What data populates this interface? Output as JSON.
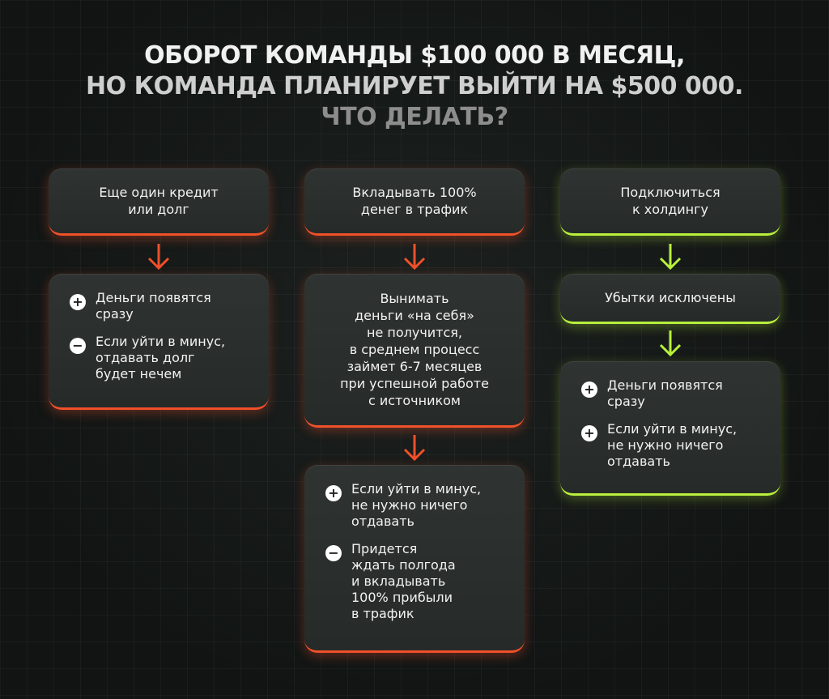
{
  "title": {
    "line1": "ОБОРОТ КОМАНДЫ $100 000 В МЕСЯЦ,",
    "line2": "НО КОМАНДА ПЛАНИРУЕТ ВЫЙТИ НА $500 000.",
    "line3": "ЧТО ДЕЛАТЬ?"
  },
  "colors": {
    "red": "#f0502a",
    "green": "#b8f03c",
    "background": "#131615"
  },
  "col1": {
    "header_line1": "Еще один кредит",
    "header_line2": "или долг",
    "items": [
      {
        "icon": "plus-icon",
        "symbol": "+",
        "lines": [
          "Деньги появятся",
          "сразу"
        ]
      },
      {
        "icon": "minus-icon",
        "symbol": "−",
        "lines": [
          "Если уйти в минус,",
          "отдавать долг",
          "будет нечем"
        ]
      }
    ]
  },
  "col2": {
    "header_line1": "Вкладывать 100%",
    "header_line2": "денег в трафик",
    "middle_lines": [
      "Вынимать",
      "деньги «на себя»",
      "не получится,",
      "в среднем процесс",
      "займет 6-7 месяцев",
      "при успешной работе",
      "с источником"
    ],
    "items": [
      {
        "icon": "plus-icon",
        "symbol": "+",
        "lines": [
          "Если уйти в минус,",
          "не нужно ничего",
          "отдавать"
        ]
      },
      {
        "icon": "minus-icon",
        "symbol": "−",
        "lines": [
          "Придется",
          "ждать полгода",
          "и вкладывать",
          "100% прибыли",
          "в трафик"
        ]
      }
    ]
  },
  "col3": {
    "header_line1": "Подключиться",
    "header_line2": "к холдингу",
    "middle": "Убытки исключены",
    "items": [
      {
        "icon": "plus-icon",
        "symbol": "+",
        "lines": [
          "Деньги появятся",
          "сразу"
        ]
      },
      {
        "icon": "plus-icon",
        "symbol": "+",
        "lines": [
          "Если уйти в минус,",
          "не нужно ничего",
          "отдавать"
        ]
      }
    ]
  }
}
